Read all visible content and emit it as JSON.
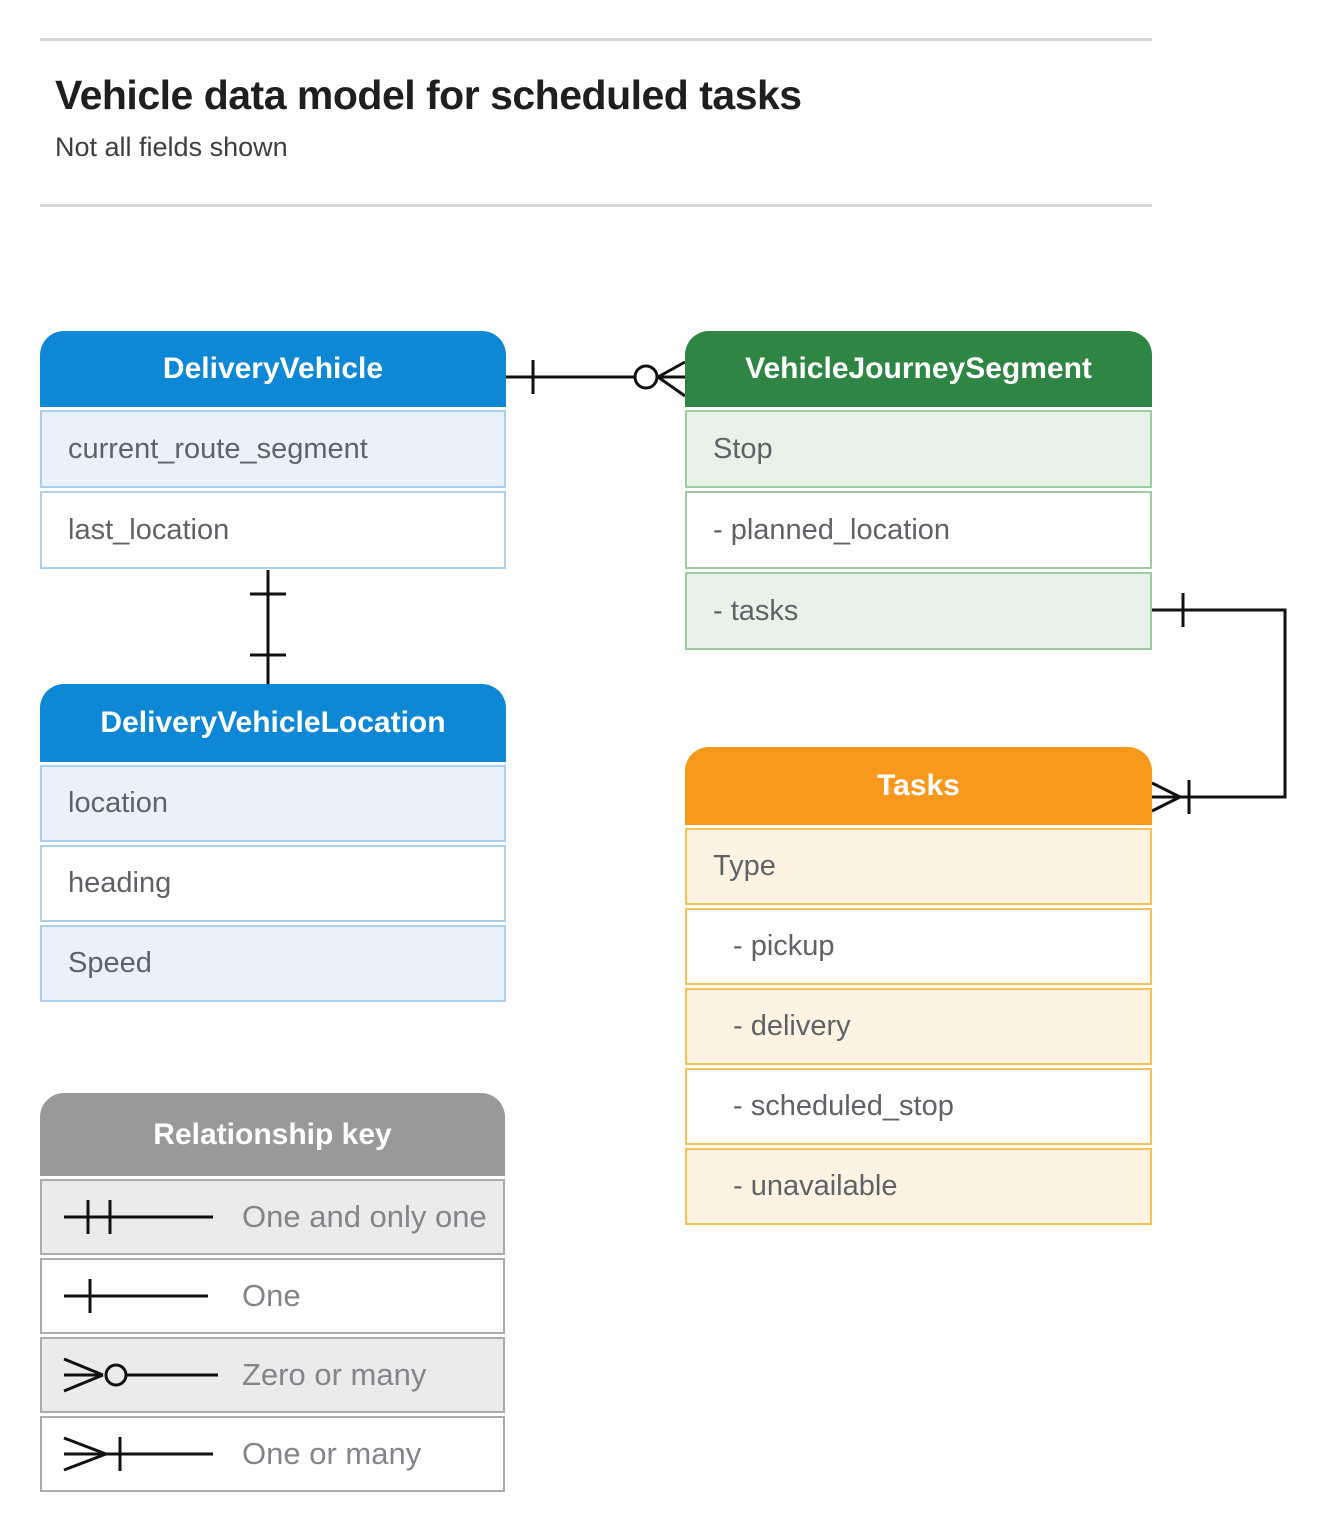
{
  "page": {
    "title": "Vehicle data model for scheduled tasks",
    "subtitle": "Not all fields shown"
  },
  "entities": {
    "delivery_vehicle": {
      "title": "DeliveryVehicle",
      "fields": [
        "current_route_segment",
        "last_location"
      ]
    },
    "vehicle_journey_segment": {
      "title": "VehicleJourneySegment",
      "fields": [
        "Stop",
        "- planned_location",
        "- tasks"
      ]
    },
    "delivery_vehicle_location": {
      "title": "DeliveryVehicleLocation",
      "fields": [
        "location",
        "heading",
        "Speed"
      ]
    },
    "tasks": {
      "title": "Tasks",
      "fields": [
        "Type",
        "- pickup",
        "- delivery",
        "- scheduled_stop",
        "- unavailable"
      ]
    }
  },
  "legend": {
    "title": "Relationship key",
    "items": [
      {
        "symbol": "one-and-only-one",
        "label": "One and only one"
      },
      {
        "symbol": "one",
        "label": "One"
      },
      {
        "symbol": "zero-or-many",
        "label": "Zero or many"
      },
      {
        "symbol": "one-or-many",
        "label": "One or many"
      }
    ]
  },
  "relationships": [
    {
      "from": "DeliveryVehicle",
      "from_cardinality": "one",
      "to": "VehicleJourneySegment",
      "to_cardinality": "zero-or-many"
    },
    {
      "from": "DeliveryVehicle",
      "from_cardinality": "one",
      "to": "DeliveryVehicleLocation",
      "to_cardinality": "one"
    },
    {
      "from": "VehicleJourneySegment.tasks",
      "from_cardinality": "one",
      "to": "Tasks",
      "to_cardinality": "one-or-many"
    }
  ],
  "colors": {
    "blue_header": "#0e87d5",
    "blue_row": "#e9f1fc",
    "blue_border": "#abceee",
    "green_header": "#2e8544",
    "green_row": "#e7f2e9",
    "green_border": "#9ecba2",
    "orange_header": "#f8981d",
    "orange_row": "#fef3e2",
    "orange_border": "#f8c05a",
    "gray_header": "#999999",
    "gray_row": "#ebebeb",
    "field_text": "#5f6368",
    "connector": "#111111"
  }
}
